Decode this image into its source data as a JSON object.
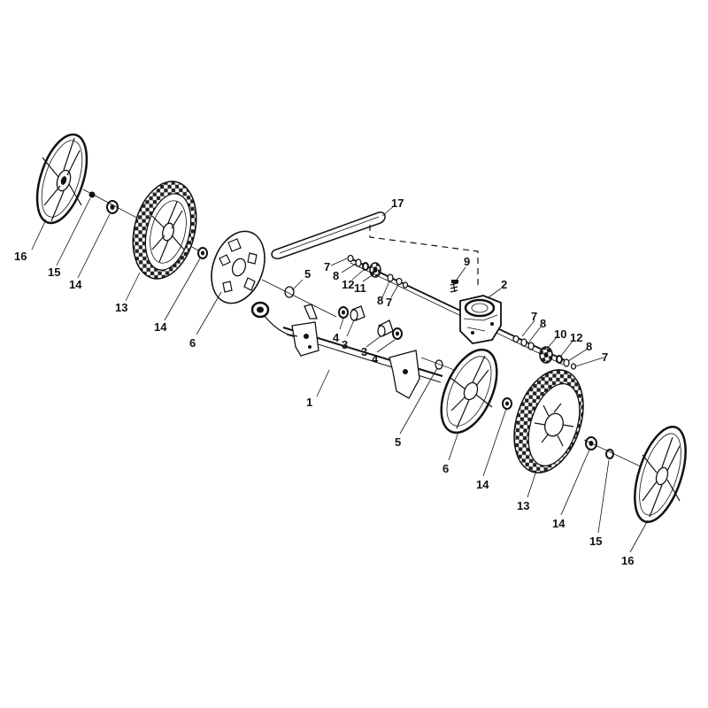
{
  "diagram": {
    "callouts": {
      "c1": "1",
      "c2": "2",
      "c3a": "3",
      "c3b": "3",
      "c4a": "4",
      "c4b": "4",
      "c5a": "5",
      "c5b": "5",
      "c6a": "6",
      "c6b": "6",
      "c7a": "7",
      "c7b": "7",
      "c7c": "7",
      "c7d": "7",
      "c8a": "8",
      "c8b": "8",
      "c8c": "8",
      "c8d": "8",
      "c9": "9",
      "c10": "10",
      "c11": "11",
      "c12a": "12",
      "c12b": "12",
      "c13a": "13",
      "c13b": "13",
      "c14a": "14",
      "c14b": "14",
      "c14c": "14",
      "c14d": "14",
      "c15a": "15",
      "c15b": "15",
      "c16a": "16",
      "c16b": "16",
      "c17": "17"
    }
  }
}
